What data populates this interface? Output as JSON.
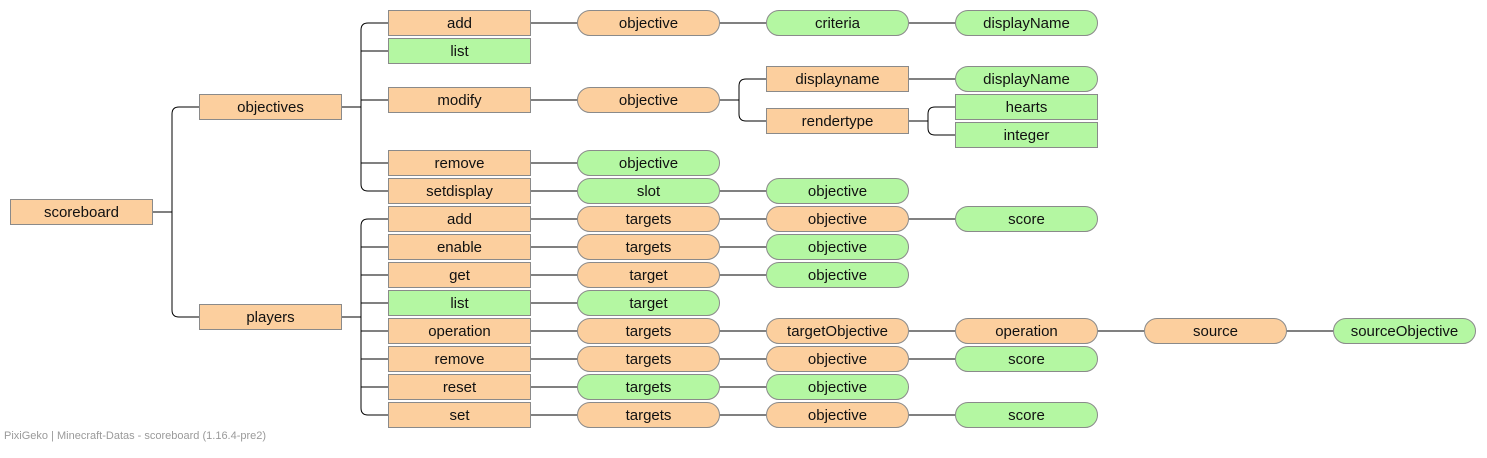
{
  "footer": "PixiGeko | Minecraft-Datas - scoreboard (1.16.4-pre2)",
  "colors": {
    "orange": "#fccf9e",
    "green": "#b4f7a2",
    "border": "#8a8a8a",
    "line": "#000000"
  },
  "tree": {
    "label": "scoreboard",
    "kind": "literal",
    "color": "orange",
    "children": [
      {
        "label": "objectives",
        "kind": "literal",
        "color": "orange",
        "children": [
          {
            "label": "add",
            "kind": "literal",
            "color": "orange",
            "children": [
              {
                "label": "objective",
                "kind": "arg",
                "color": "orange",
                "children": [
                  {
                    "label": "criteria",
                    "kind": "arg",
                    "color": "green",
                    "children": [
                      {
                        "label": "displayName",
                        "kind": "arg",
                        "color": "green"
                      }
                    ]
                  }
                ]
              }
            ]
          },
          {
            "label": "list",
            "kind": "literal",
            "color": "green"
          },
          {
            "label": "modify",
            "kind": "literal",
            "color": "orange",
            "children": [
              {
                "label": "objective",
                "kind": "arg",
                "color": "orange",
                "children": [
                  {
                    "label": "displayname",
                    "kind": "literal",
                    "color": "orange",
                    "children": [
                      {
                        "label": "displayName",
                        "kind": "arg",
                        "color": "green"
                      }
                    ]
                  },
                  {
                    "label": "rendertype",
                    "kind": "literal",
                    "color": "orange",
                    "children": [
                      {
                        "label": "hearts",
                        "kind": "literal",
                        "color": "green"
                      },
                      {
                        "label": "integer",
                        "kind": "literal",
                        "color": "green"
                      }
                    ]
                  }
                ]
              }
            ]
          },
          {
            "label": "remove",
            "kind": "literal",
            "color": "orange",
            "children": [
              {
                "label": "objective",
                "kind": "arg",
                "color": "green"
              }
            ]
          },
          {
            "label": "setdisplay",
            "kind": "literal",
            "color": "orange",
            "children": [
              {
                "label": "slot",
                "kind": "arg",
                "color": "green",
                "children": [
                  {
                    "label": "objective",
                    "kind": "arg",
                    "color": "green"
                  }
                ]
              }
            ]
          }
        ]
      },
      {
        "label": "players",
        "kind": "literal",
        "color": "orange",
        "children": [
          {
            "label": "add",
            "kind": "literal",
            "color": "orange",
            "children": [
              {
                "label": "targets",
                "kind": "arg",
                "color": "orange",
                "children": [
                  {
                    "label": "objective",
                    "kind": "arg",
                    "color": "orange",
                    "children": [
                      {
                        "label": "score",
                        "kind": "arg",
                        "color": "green"
                      }
                    ]
                  }
                ]
              }
            ]
          },
          {
            "label": "enable",
            "kind": "literal",
            "color": "orange",
            "children": [
              {
                "label": "targets",
                "kind": "arg",
                "color": "orange",
                "children": [
                  {
                    "label": "objective",
                    "kind": "arg",
                    "color": "green"
                  }
                ]
              }
            ]
          },
          {
            "label": "get",
            "kind": "literal",
            "color": "orange",
            "children": [
              {
                "label": "target",
                "kind": "arg",
                "color": "orange",
                "children": [
                  {
                    "label": "objective",
                    "kind": "arg",
                    "color": "green"
                  }
                ]
              }
            ]
          },
          {
            "label": "list",
            "kind": "literal",
            "color": "green",
            "children": [
              {
                "label": "target",
                "kind": "arg",
                "color": "green"
              }
            ]
          },
          {
            "label": "operation",
            "kind": "literal",
            "color": "orange",
            "children": [
              {
                "label": "targets",
                "kind": "arg",
                "color": "orange",
                "children": [
                  {
                    "label": "targetObjective",
                    "kind": "arg",
                    "color": "orange",
                    "children": [
                      {
                        "label": "operation",
                        "kind": "arg",
                        "color": "orange",
                        "children": [
                          {
                            "label": "source",
                            "kind": "arg",
                            "color": "orange",
                            "children": [
                              {
                                "label": "sourceObjective",
                                "kind": "arg",
                                "color": "green"
                              }
                            ]
                          }
                        ]
                      }
                    ]
                  }
                ]
              }
            ]
          },
          {
            "label": "remove",
            "kind": "literal",
            "color": "orange",
            "children": [
              {
                "label": "targets",
                "kind": "arg",
                "color": "orange",
                "children": [
                  {
                    "label": "objective",
                    "kind": "arg",
                    "color": "orange",
                    "children": [
                      {
                        "label": "score",
                        "kind": "arg",
                        "color": "green"
                      }
                    ]
                  }
                ]
              }
            ]
          },
          {
            "label": "reset",
            "kind": "literal",
            "color": "orange",
            "children": [
              {
                "label": "targets",
                "kind": "arg",
                "color": "green",
                "children": [
                  {
                    "label": "objective",
                    "kind": "arg",
                    "color": "green"
                  }
                ]
              }
            ]
          },
          {
            "label": "set",
            "kind": "literal",
            "color": "orange",
            "children": [
              {
                "label": "targets",
                "kind": "arg",
                "color": "orange",
                "children": [
                  {
                    "label": "objective",
                    "kind": "arg",
                    "color": "orange",
                    "children": [
                      {
                        "label": "score",
                        "kind": "arg",
                        "color": "green"
                      }
                    ]
                  }
                ]
              }
            ]
          }
        ]
      }
    ]
  }
}
